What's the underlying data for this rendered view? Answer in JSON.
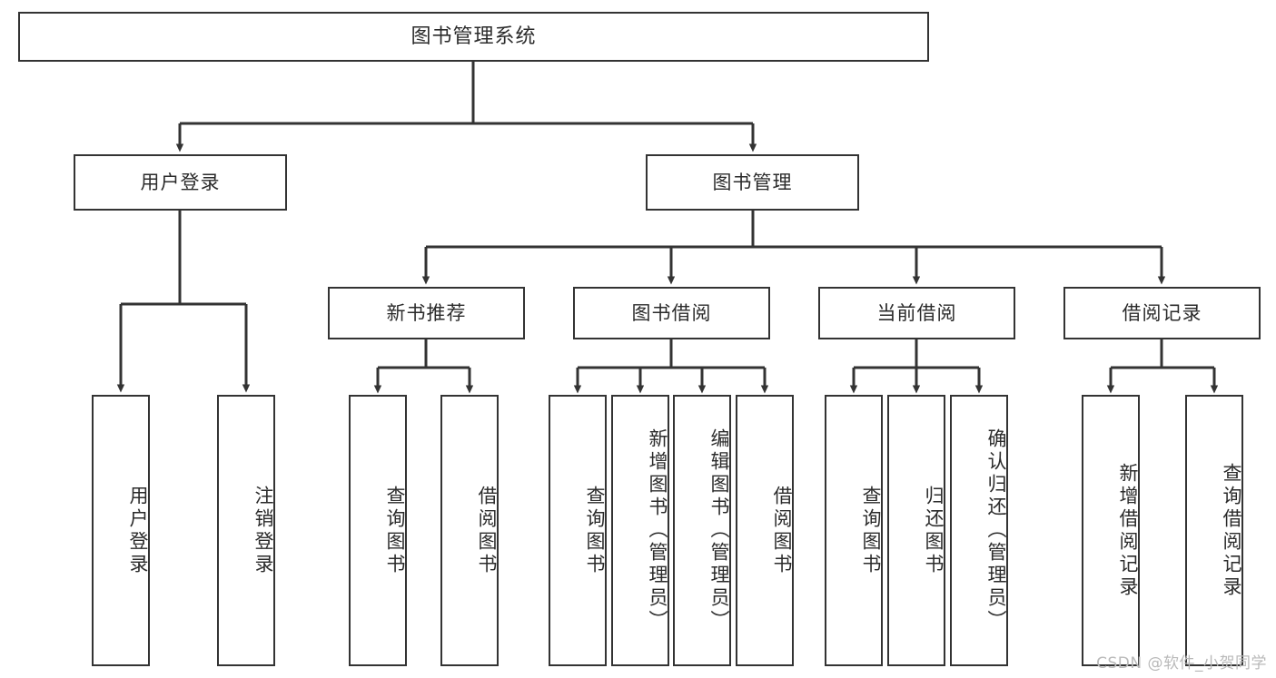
{
  "diagram": {
    "title": "图书管理系统",
    "type": "tree",
    "watermark": "CSDN @软件_小贺同学",
    "colors": {
      "box_border": "#333333",
      "box_fill": "#ffffff",
      "connector": "#333333",
      "text": "#2b2b2b",
      "watermark": "#b9b9b9"
    },
    "root": {
      "label": "图书管理系统"
    },
    "level2": [
      {
        "label": "用户登录"
      },
      {
        "label": "图书管理"
      }
    ],
    "level3": [
      {
        "label": "新书推荐"
      },
      {
        "label": "图书借阅"
      },
      {
        "label": "当前借阅"
      },
      {
        "label": "借阅记录"
      }
    ],
    "leaves": {
      "user_login": [
        {
          "label": "用户登录"
        },
        {
          "label": "注销登录"
        }
      ],
      "new_book": [
        {
          "label": "查询图书"
        },
        {
          "label": "借阅图书"
        }
      ],
      "book_borrow": [
        {
          "label": "查询图书"
        },
        {
          "label": "新增图书（管理员）"
        },
        {
          "label": "编辑图书（管理员）"
        },
        {
          "label": "借阅图书"
        }
      ],
      "current_borrow": [
        {
          "label": "查询图书"
        },
        {
          "label": "归还图书"
        },
        {
          "label": "确认归还（管理员）"
        }
      ],
      "borrow_record": [
        {
          "label": "新增借阅记录"
        },
        {
          "label": "查询借阅记录"
        }
      ]
    }
  },
  "chart_data": {
    "type": "table",
    "title": "图书管理系统",
    "hierarchy": [
      {
        "level": 1,
        "label": "图书管理系统",
        "children": [
          {
            "level": 2,
            "label": "用户登录",
            "children": [
              {
                "level": 3,
                "label": "用户登录"
              },
              {
                "level": 3,
                "label": "注销登录"
              }
            ]
          },
          {
            "level": 2,
            "label": "图书管理",
            "children": [
              {
                "level": 3,
                "label": "新书推荐",
                "children": [
                  {
                    "level": 4,
                    "label": "查询图书"
                  },
                  {
                    "level": 4,
                    "label": "借阅图书"
                  }
                ]
              },
              {
                "level": 3,
                "label": "图书借阅",
                "children": [
                  {
                    "level": 4,
                    "label": "查询图书"
                  },
                  {
                    "level": 4,
                    "label": "新增图书（管理员）"
                  },
                  {
                    "level": 4,
                    "label": "编辑图书（管理员）"
                  },
                  {
                    "level": 4,
                    "label": "借阅图书"
                  }
                ]
              },
              {
                "level": 3,
                "label": "当前借阅",
                "children": [
                  {
                    "level": 4,
                    "label": "查询图书"
                  },
                  {
                    "level": 4,
                    "label": "归还图书"
                  },
                  {
                    "level": 4,
                    "label": "确认归还（管理员）"
                  }
                ]
              },
              {
                "level": 3,
                "label": "借阅记录",
                "children": [
                  {
                    "level": 4,
                    "label": "新增借阅记录"
                  },
                  {
                    "level": 4,
                    "label": "查询借阅记录"
                  }
                ]
              }
            ]
          }
        ]
      }
    ]
  }
}
